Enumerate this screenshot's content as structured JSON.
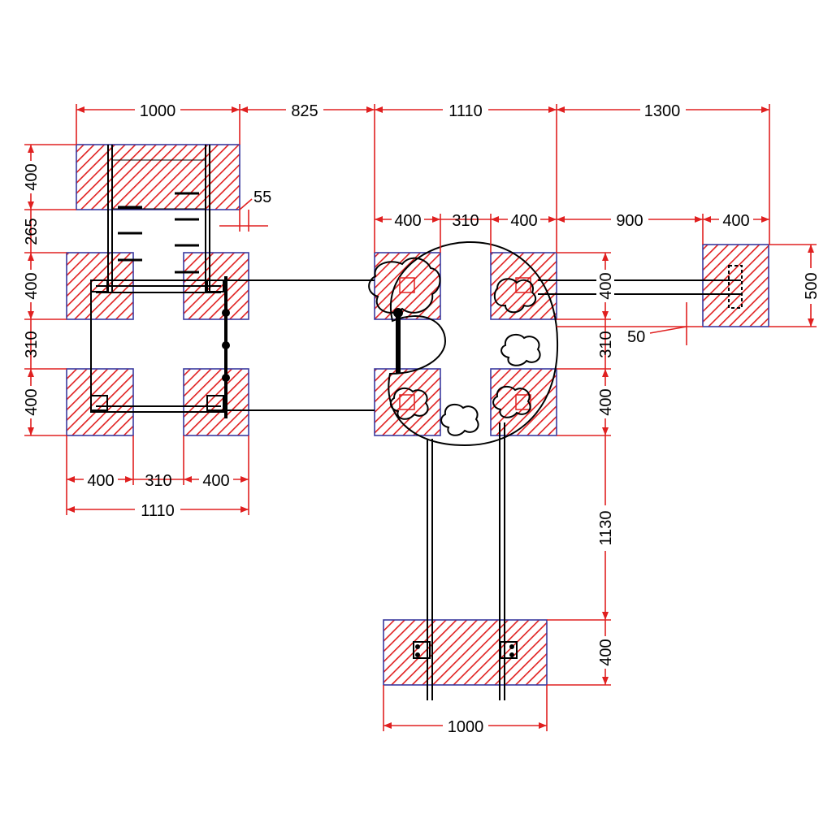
{
  "colors": {
    "dimension": "#e02020",
    "footing_outline": "#3a3aa0",
    "hatch": "#e02020",
    "structure": "#000000",
    "background": "#ffffff"
  },
  "dimensions": {
    "top_left_width": "1000",
    "gap_825": "825",
    "tower_span_top": "1110",
    "right_span_1300": "1300",
    "footing_left_height": "400",
    "gap_265": "265",
    "offset_55": "55",
    "tower_footing_a": "400",
    "tower_gap_a": "310",
    "tower_footing_b": "400",
    "right_gap_900": "900",
    "right_footing_400": "400",
    "right_footing_500": "500",
    "left_row1_400": "400",
    "left_gap_310": "310",
    "left_row2_400": "400",
    "right_col_400a": "400",
    "right_col_310": "310",
    "right_col_400b": "400",
    "offset_50": "50",
    "slide_1130": "1130",
    "bottom_400": "400",
    "left_bottom_400a": "400",
    "left_bottom_310": "310",
    "left_bottom_400b": "400",
    "left_bottom_1110": "1110",
    "bottom_width_1000": "1000"
  }
}
